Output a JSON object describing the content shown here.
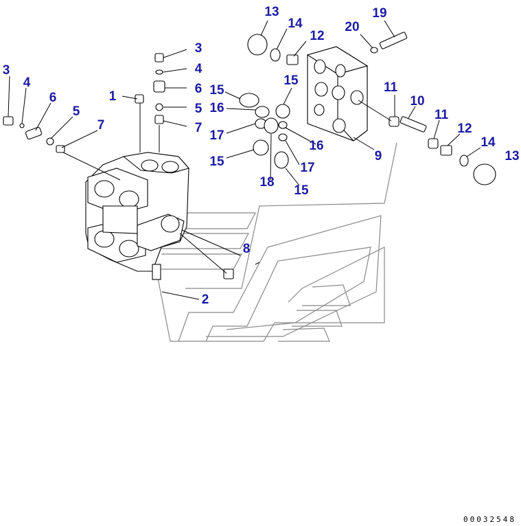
{
  "colors": {
    "callout": "#1a1aa6",
    "line": "#000000",
    "outline": "#8c8c8c"
  },
  "callouts": [
    {
      "id": "c-13a",
      "text": "13"
    },
    {
      "id": "c-14a",
      "text": "14"
    },
    {
      "id": "c-12a",
      "text": "12"
    },
    {
      "id": "c-20",
      "text": "20"
    },
    {
      "id": "c-19",
      "text": "19"
    },
    {
      "id": "c-3a",
      "text": "3"
    },
    {
      "id": "c-4a",
      "text": "4"
    },
    {
      "id": "c-6a",
      "text": "6"
    },
    {
      "id": "c-5a",
      "text": "5"
    },
    {
      "id": "c-7a",
      "text": "7"
    },
    {
      "id": "c-1",
      "text": "1"
    },
    {
      "id": "c-3b",
      "text": "3"
    },
    {
      "id": "c-4b",
      "text": "4"
    },
    {
      "id": "c-6b",
      "text": "6"
    },
    {
      "id": "c-5b",
      "text": "5"
    },
    {
      "id": "c-7b",
      "text": "7"
    },
    {
      "id": "c-15a",
      "text": "15"
    },
    {
      "id": "c-16a",
      "text": "16"
    },
    {
      "id": "c-17a",
      "text": "17"
    },
    {
      "id": "c-15b",
      "text": "15"
    },
    {
      "id": "c-15c",
      "text": "15"
    },
    {
      "id": "c-16b",
      "text": "16"
    },
    {
      "id": "c-17b",
      "text": "17"
    },
    {
      "id": "c-18",
      "text": "18"
    },
    {
      "id": "c-15d",
      "text": "15"
    },
    {
      "id": "c-9",
      "text": "9"
    },
    {
      "id": "c-11a",
      "text": "11"
    },
    {
      "id": "c-10",
      "text": "10"
    },
    {
      "id": "c-11b",
      "text": "11"
    },
    {
      "id": "c-12b",
      "text": "12"
    },
    {
      "id": "c-14b",
      "text": "14"
    },
    {
      "id": "c-13b",
      "text": "13"
    },
    {
      "id": "c-8",
      "text": "8"
    },
    {
      "id": "c-2",
      "text": "2"
    }
  ],
  "drawing_number": "00032548"
}
